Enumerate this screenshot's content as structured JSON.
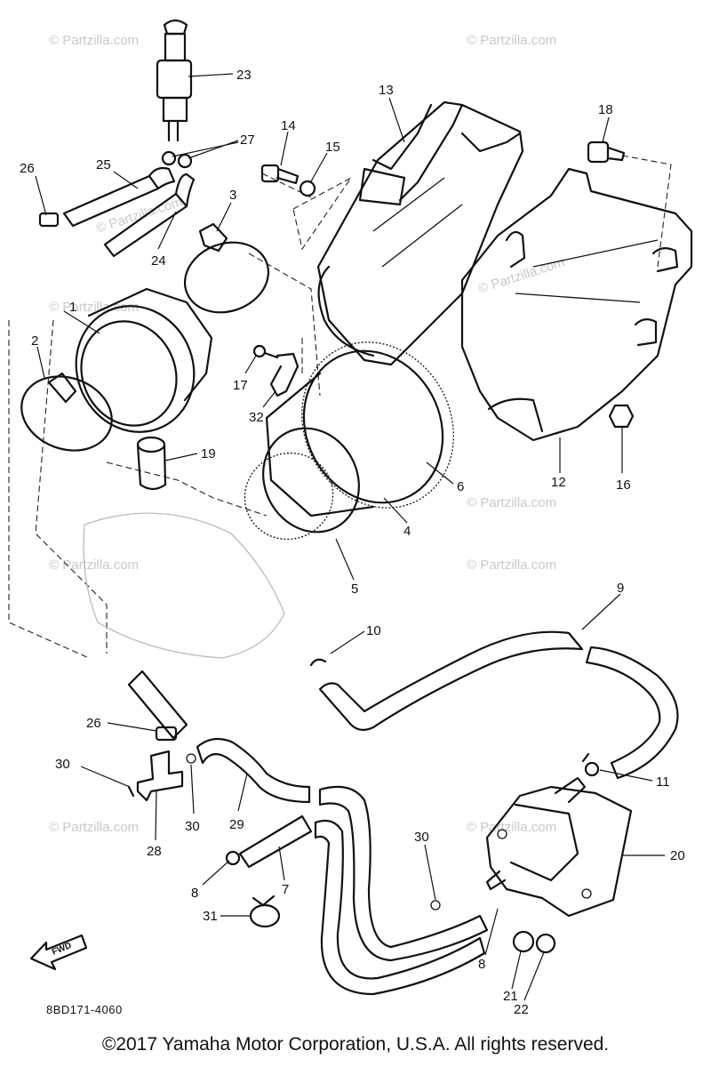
{
  "diagram": {
    "part_numbers": [
      "1",
      "2",
      "3",
      "4",
      "5",
      "6",
      "7",
      "8",
      "8",
      "9",
      "10",
      "11",
      "12",
      "13",
      "14",
      "15",
      "16",
      "17",
      "18",
      "19",
      "20",
      "21",
      "22",
      "23",
      "24",
      "25",
      "26",
      "26",
      "27",
      "28",
      "29",
      "30",
      "30",
      "30",
      "31",
      "32"
    ],
    "watermarks": [
      "© Partzilla.com",
      "© Partzilla.com",
      "© Partzilla.com",
      "© Partzilla.com",
      "© Partzilla.com",
      "© Partzilla.com",
      "© Partzilla.com",
      "© Partzilla.com",
      "© Partzilla.com",
      "© Partzilla.com"
    ],
    "diagram_code": "8BD171-4060",
    "fwd_label": "FWD"
  },
  "footer": {
    "copyright": "©2017  Yamaha Motor Corporation, U.S.A. All rights reserved."
  }
}
